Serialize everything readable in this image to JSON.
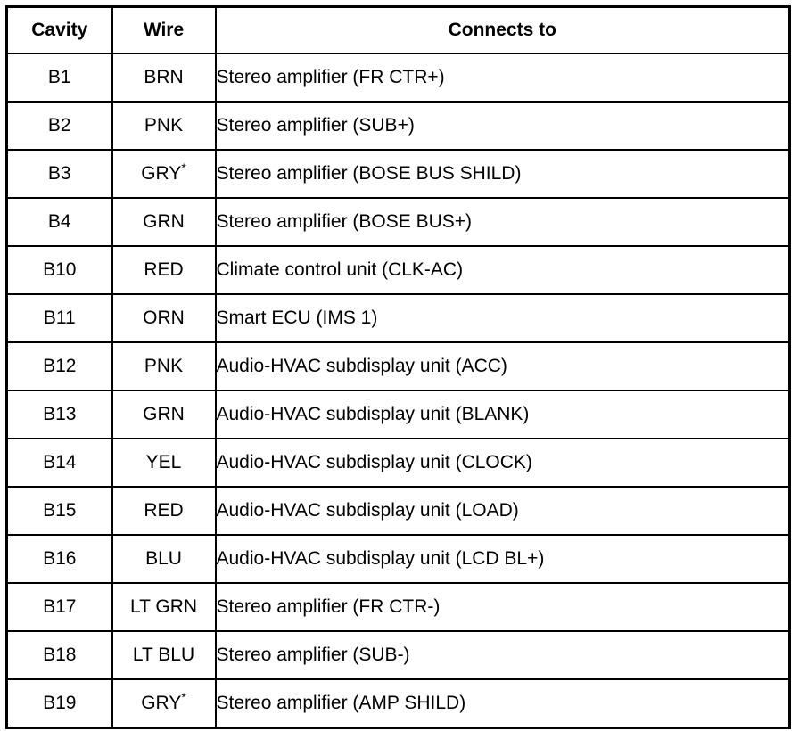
{
  "table": {
    "columns": [
      {
        "key": "cavity",
        "label": "Cavity",
        "align": "center"
      },
      {
        "key": "wire",
        "label": "Wire",
        "align": "center"
      },
      {
        "key": "connects_to",
        "label": "Connects to",
        "align": "left"
      }
    ],
    "wire_footnote_marker": "*",
    "rows": [
      {
        "cavity": "B1",
        "wire": "BRN",
        "wire_marker": "",
        "connects_to": "Stereo amplifier (FR CTR+)"
      },
      {
        "cavity": "B2",
        "wire": "PNK",
        "wire_marker": "",
        "connects_to": "Stereo amplifier (SUB+)"
      },
      {
        "cavity": "B3",
        "wire": "GRY",
        "wire_marker": "*",
        "connects_to": "Stereo amplifier (BOSE BUS SHILD)"
      },
      {
        "cavity": "B4",
        "wire": "GRN",
        "wire_marker": "",
        "connects_to": "Stereo amplifier (BOSE BUS+)"
      },
      {
        "cavity": "B10",
        "wire": "RED",
        "wire_marker": "",
        "connects_to": "Climate control unit (CLK-AC)"
      },
      {
        "cavity": "B11",
        "wire": "ORN",
        "wire_marker": "",
        "connects_to": "Smart ECU (IMS 1)"
      },
      {
        "cavity": "B12",
        "wire": "PNK",
        "wire_marker": "",
        "connects_to": "Audio-HVAC subdisplay unit (ACC)"
      },
      {
        "cavity": "B13",
        "wire": "GRN",
        "wire_marker": "",
        "connects_to": "Audio-HVAC subdisplay unit (BLANK)"
      },
      {
        "cavity": "B14",
        "wire": "YEL",
        "wire_marker": "",
        "connects_to": "Audio-HVAC subdisplay unit (CLOCK)"
      },
      {
        "cavity": "B15",
        "wire": "RED",
        "wire_marker": "",
        "connects_to": "Audio-HVAC subdisplay unit (LOAD)"
      },
      {
        "cavity": "B16",
        "wire": "BLU",
        "wire_marker": "",
        "connects_to": "Audio-HVAC subdisplay unit (LCD BL+)"
      },
      {
        "cavity": "B17",
        "wire": "LT GRN",
        "wire_marker": "",
        "connects_to": "Stereo amplifier (FR CTR-)"
      },
      {
        "cavity": "B18",
        "wire": "LT BLU",
        "wire_marker": "",
        "connects_to": "Stereo amplifier (SUB-)"
      },
      {
        "cavity": "B19",
        "wire": "GRY",
        "wire_marker": "*",
        "connects_to": "Stereo amplifier (AMP SHILD)"
      }
    ]
  },
  "colors": {
    "border": "#000000",
    "text": "#000000",
    "background": "#ffffff"
  }
}
